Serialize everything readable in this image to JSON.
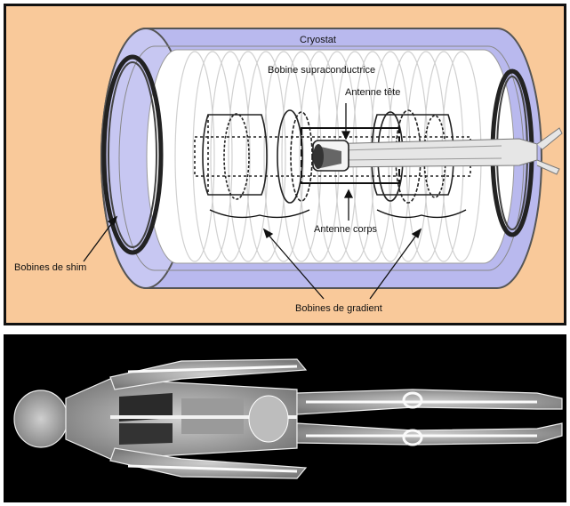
{
  "diagram": {
    "labels": {
      "cryostat": "Cryostat",
      "superconducting_coil": "Bobine supraconductrice",
      "head_antenna": "Antenne tête",
      "body_antenna": "Antenne corps",
      "shim_coils": "Bobines de shim",
      "gradient_coils": "Bobines de gradient"
    },
    "colors": {
      "background": "#f9c99a",
      "cryostat": "#b9b9ee",
      "border": "#111111"
    }
  },
  "scan": {
    "background": "#000000"
  }
}
